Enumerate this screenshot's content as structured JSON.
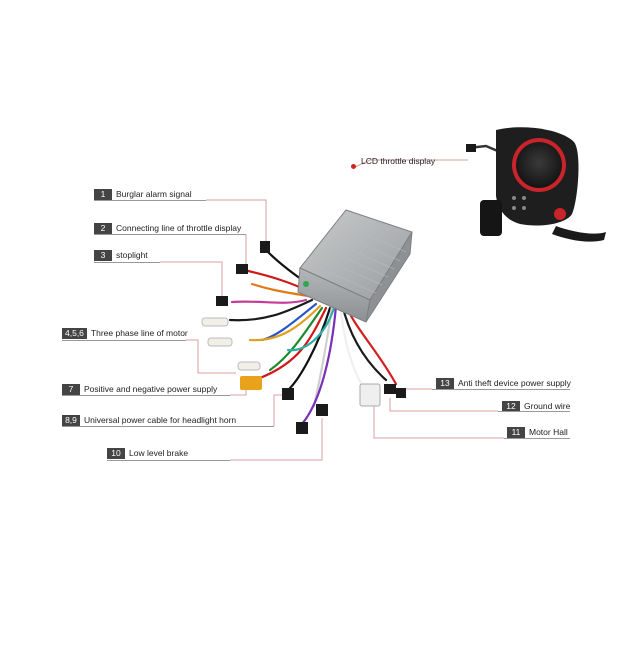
{
  "lcd_label": {
    "text": "LCD throttle display"
  },
  "labels": [
    {
      "id": "burglar-alarm",
      "number": "1",
      "text": "Burglar alarm signal"
    },
    {
      "id": "throttle-display-line",
      "number": "2",
      "text": "Connecting line of throttle display"
    },
    {
      "id": "stoplight",
      "number": "3",
      "text": "stoplight"
    },
    {
      "id": "three-phase-motor",
      "number": "4,5,6",
      "text": "Three phase line of motor"
    },
    {
      "id": "power-supply",
      "number": "7",
      "text": "Positive and negative power supply"
    },
    {
      "id": "headlight-horn",
      "number": "8,9",
      "text": "Universal power cable for headlight horn"
    },
    {
      "id": "low-level-brake",
      "number": "10",
      "text": "Low level brake"
    },
    {
      "id": "anti-theft",
      "number": "13",
      "text": "Anti theft device power supply"
    },
    {
      "id": "ground-wire",
      "number": "12",
      "text": "Ground wire"
    },
    {
      "id": "motor-hall",
      "number": "11",
      "text": "Motor Hall"
    }
  ],
  "colors": {
    "label_badge": "#444444",
    "leader_line": "#d9a0a0",
    "red_dot": "#d32020",
    "controller_body": "#a9acae",
    "throttle_body": "#1e1e1e",
    "display_ring": "#c9242a"
  }
}
